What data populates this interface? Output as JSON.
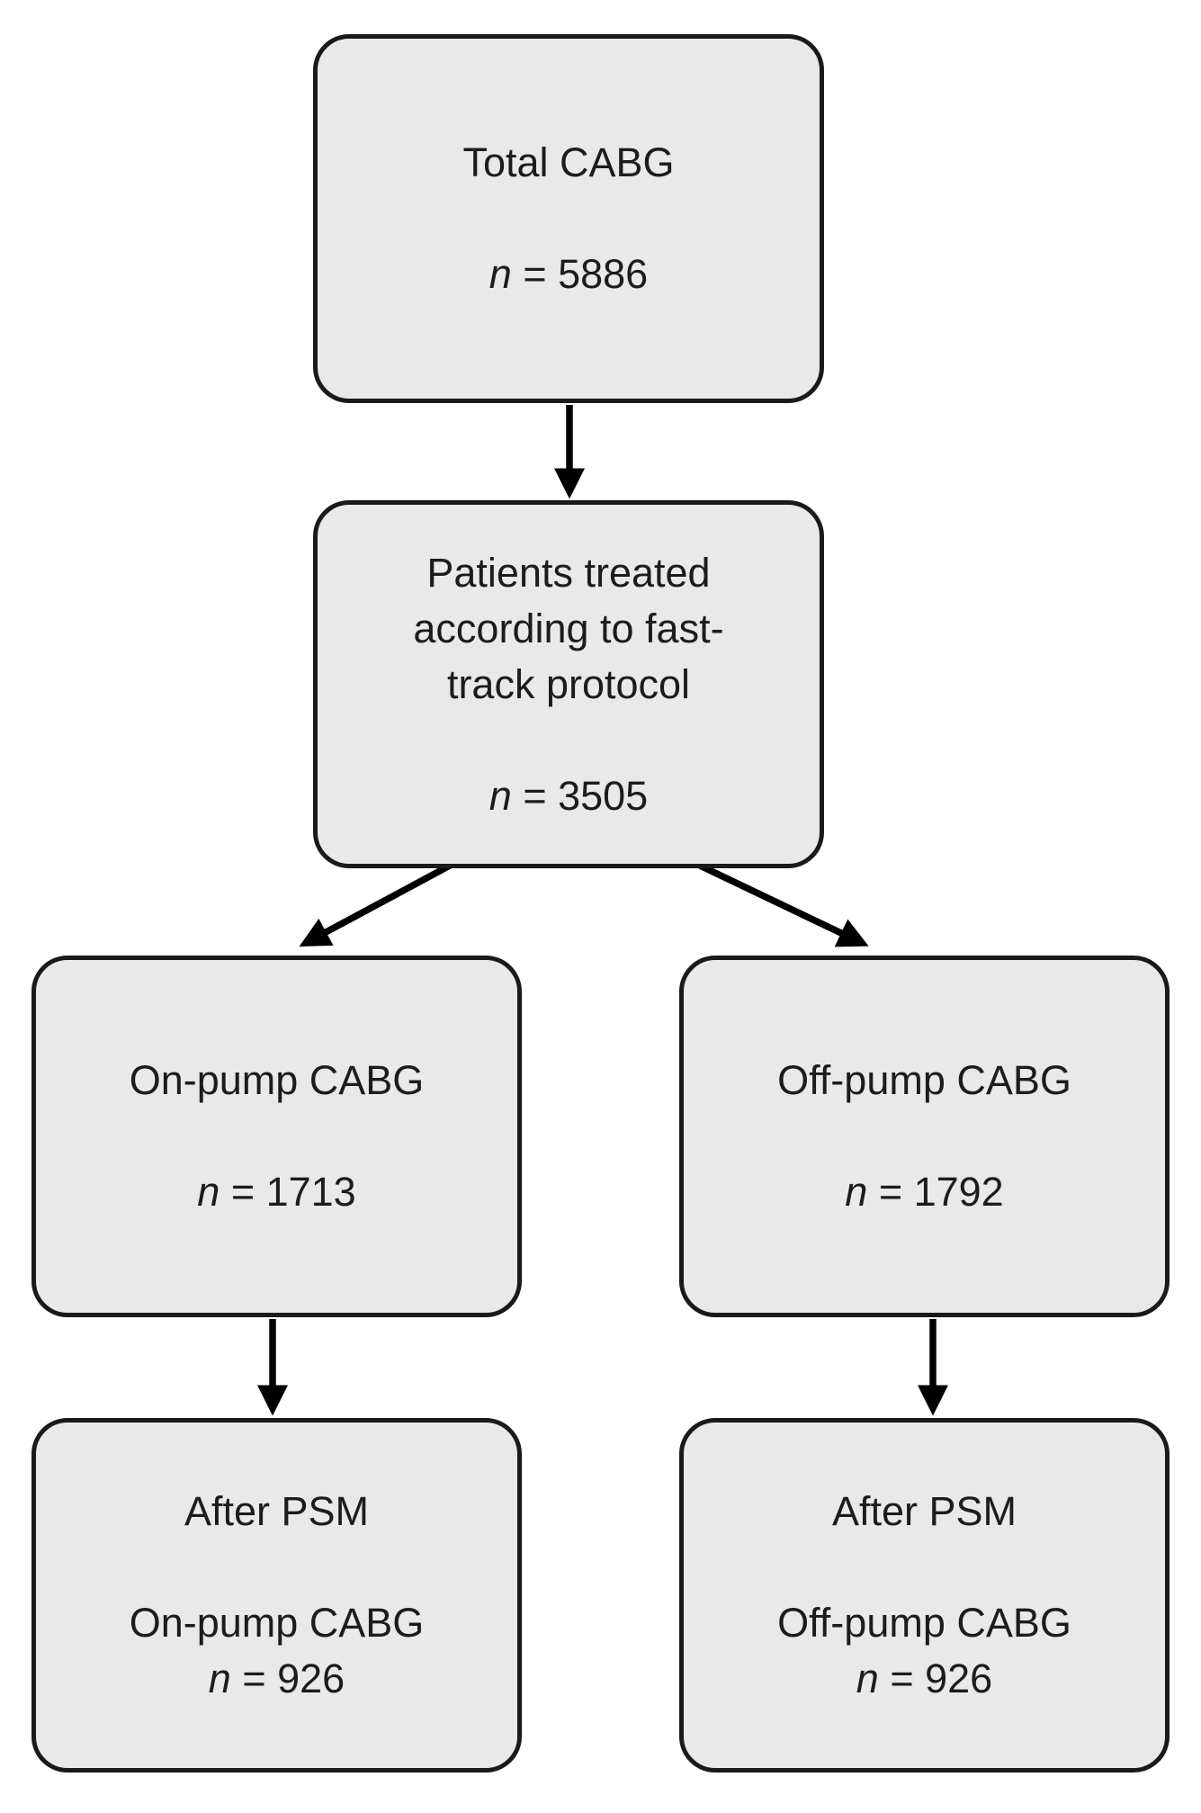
{
  "colors": {
    "background": "#ffffff",
    "node_fill": "#e9e9e9",
    "node_border": "#1a1a1a",
    "text": "#1c1c1c",
    "arrow": "#000000"
  },
  "nodes": {
    "total_cabg": {
      "title": "Total CABG",
      "n_italic": "n",
      "n_text": " = 5886"
    },
    "fast_track": {
      "title_line1": "Patients treated",
      "title_line2": "according to fast-",
      "title_line3": "track protocol",
      "n_italic": "n",
      "n_text": " = 3505"
    },
    "on_pump": {
      "title": "On-pump CABG",
      "n_italic": "n",
      "n_text": " = 1713"
    },
    "off_pump": {
      "title": "Off-pump CABG",
      "n_italic": "n",
      "n_text": " = 1792"
    },
    "psm_on_pump": {
      "title": "After PSM",
      "subtitle": "On-pump CABG",
      "n_italic": "n",
      "n_text": " = 926"
    },
    "psm_off_pump": {
      "title": "After PSM",
      "subtitle": "Off-pump CABG",
      "n_italic": "n",
      "n_text": " = 926"
    }
  },
  "edges": [
    {
      "from": "Total CABG",
      "to": "Patients treated according to fast-track protocol"
    },
    {
      "from": "Patients treated according to fast-track protocol",
      "to": "On-pump CABG"
    },
    {
      "from": "Patients treated according to fast-track protocol",
      "to": "Off-pump CABG"
    },
    {
      "from": "On-pump CABG",
      "to": "After PSM On-pump CABG"
    },
    {
      "from": "Off-pump CABG",
      "to": "After PSM Off-pump CABG"
    }
  ]
}
